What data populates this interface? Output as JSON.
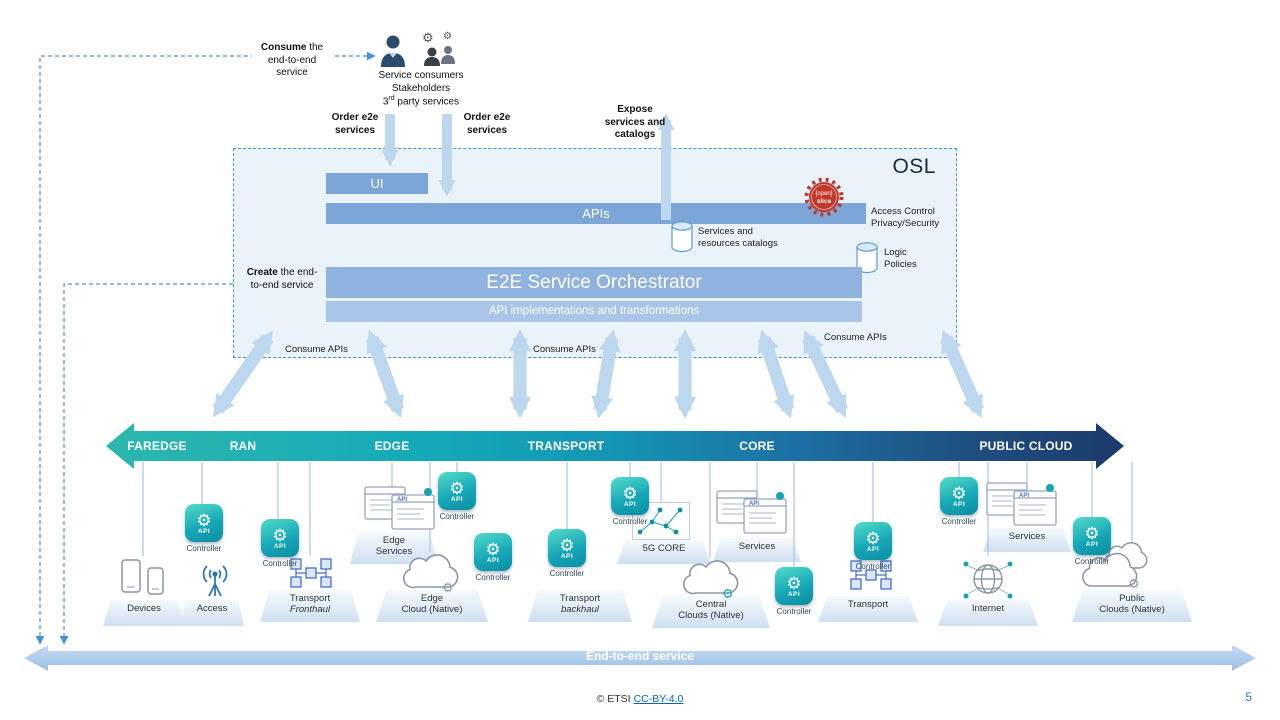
{
  "top": {
    "consume_flow": {
      "bold": "Consume",
      "rest": " the end-to-end service"
    },
    "consumers": {
      "line1": "Service consumers",
      "line2": "Stakeholders",
      "line3_pre": "3",
      "line3_sup": "rd",
      "line3_post": " party services"
    },
    "order_left": {
      "line1": "Order e2e",
      "line2": "services"
    },
    "order_right": {
      "line1": "Order e2e",
      "line2": "services"
    },
    "expose": {
      "line1": "Expose",
      "line2": "services and",
      "line3": "catalogs"
    }
  },
  "osl": {
    "title": "OSL",
    "ui_label": "UI",
    "apis_label": "APIs",
    "badge": {
      "line1": "{open}",
      "line2": "slice"
    },
    "access": {
      "line1": "Access Control",
      "line2": "Privacy/Security"
    },
    "catalogs": {
      "line1": "Services and",
      "line2": "resources catalogs"
    },
    "logic": {
      "line1": "Logic",
      "line2": "Policies"
    },
    "orchestrator_label": "E2E Service Orchestrator",
    "api_impl_label": "API implementations and transformations",
    "create_flow": {
      "bold": "Create",
      "rest": " the end-to-end service"
    },
    "consume_apis_left": "Consume APIs",
    "consume_apis_mid": "Consume APIs",
    "consume_apis_right": "Consume APIs"
  },
  "band": {
    "segments": [
      {
        "label": "FAREDGE"
      },
      {
        "label": "RAN"
      },
      {
        "label": "EDGE"
      },
      {
        "label": "TRANSPORT"
      },
      {
        "label": "CORE"
      },
      {
        "label": "PUBLIC CLOUD"
      }
    ]
  },
  "controller": {
    "label": "Controller"
  },
  "icons": {
    "gear": "⚙",
    "api": "API"
  },
  "platforms": {
    "devices": "Devices",
    "access": "Access",
    "transport_fronthaul": {
      "line1": "Transport",
      "line2": "Fronthaul"
    },
    "edge_services": {
      "line1": "Edge",
      "line2": "Services"
    },
    "edge_cloud": {
      "line1": "Edge",
      "line2": "Cloud (Native)"
    },
    "transport_backhaul": {
      "line1": "Transport",
      "line2": "backhaul"
    },
    "fiveg_core": "5G CORE",
    "central_clouds": {
      "line1": "Central",
      "line2": "Clouds (Native)"
    },
    "services_core": "Services",
    "transport_core": "Transport",
    "internet": "Internet",
    "services_public": "Services",
    "public_clouds": {
      "line1": "Public",
      "line2": "Clouds (Native)"
    }
  },
  "bottom_arrow": {
    "label": "End-to-end service"
  },
  "footer": {
    "copyright": "© ETSI",
    "license": "CC-BY-4.0",
    "page": "5"
  },
  "colors": {
    "accent_blue": "#4a90d9",
    "bar_blue": "#7ba6d7",
    "orchestrator_blue": "#8fb2de",
    "arrow_light": "#bdd7ee",
    "band_teal": "#29b8b0",
    "band_navy": "#1f3864",
    "controller_teal": "#12a3b4",
    "badge_red": "#c0392b"
  }
}
